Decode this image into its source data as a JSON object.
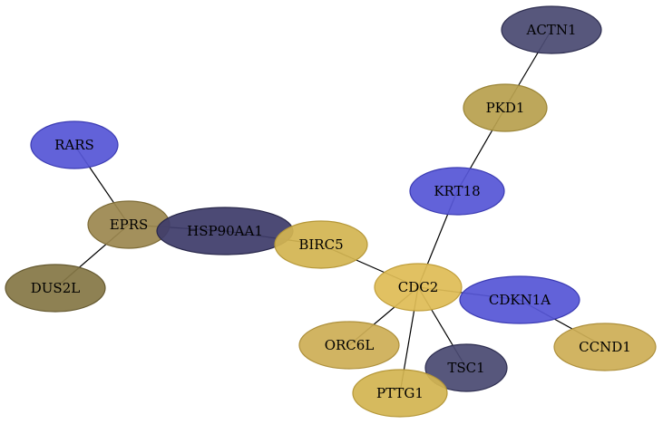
{
  "graph": {
    "nodes": [
      {
        "id": "ACTN1",
        "label": "ACTN1",
        "fill": "#4a4a72",
        "stroke": "#2e2e50"
      },
      {
        "id": "PKD1",
        "label": "PKD1",
        "fill": "#b8a04f",
        "stroke": "#9a8436"
      },
      {
        "id": "KRT18",
        "label": "KRT18",
        "fill": "#5656d6",
        "stroke": "#3b3bb3"
      },
      {
        "id": "RARS",
        "label": "RARS",
        "fill": "#5656d6",
        "stroke": "#3b3bb3"
      },
      {
        "id": "EPRS",
        "label": "EPRS",
        "fill": "#9c8850",
        "stroke": "#7d6b36"
      },
      {
        "id": "DUS2L",
        "label": "DUS2L",
        "fill": "#857746",
        "stroke": "#665a31"
      },
      {
        "id": "HSP90AA1",
        "label": "HSP90AA1",
        "fill": "#3e3c6a",
        "stroke": "#28274a"
      },
      {
        "id": "BIRC5",
        "label": "BIRC5",
        "fill": "#d3b552",
        "stroke": "#b59738"
      },
      {
        "id": "CDC2",
        "label": "CDC2",
        "fill": "#dfbc56",
        "stroke": "#c09e3a"
      },
      {
        "id": "CDKN1A",
        "label": "CDKN1A",
        "fill": "#5656d6",
        "stroke": "#3b3bb3"
      },
      {
        "id": "CCND1",
        "label": "CCND1",
        "fill": "#cdae56",
        "stroke": "#ae903c"
      },
      {
        "id": "ORC6L",
        "label": "ORC6L",
        "fill": "#cdae56",
        "stroke": "#ae903c"
      },
      {
        "id": "TSC1",
        "label": "TSC1",
        "fill": "#4a4a72",
        "stroke": "#2e2e50"
      },
      {
        "id": "PTTG1",
        "label": "PTTG1",
        "fill": "#d3b552",
        "stroke": "#b59738"
      }
    ],
    "edges": [
      {
        "source": "ACTN1",
        "target": "PKD1"
      },
      {
        "source": "PKD1",
        "target": "KRT18"
      },
      {
        "source": "KRT18",
        "target": "CDC2"
      },
      {
        "source": "RARS",
        "target": "EPRS"
      },
      {
        "source": "EPRS",
        "target": "DUS2L"
      },
      {
        "source": "EPRS",
        "target": "HSP90AA1"
      },
      {
        "source": "HSP90AA1",
        "target": "BIRC5"
      },
      {
        "source": "BIRC5",
        "target": "CDC2"
      },
      {
        "source": "CDC2",
        "target": "CDKN1A"
      },
      {
        "source": "CDKN1A",
        "target": "CCND1"
      },
      {
        "source": "CDC2",
        "target": "ORC6L"
      },
      {
        "source": "CDC2",
        "target": "TSC1"
      },
      {
        "source": "CDC2",
        "target": "PTTG1"
      }
    ]
  }
}
